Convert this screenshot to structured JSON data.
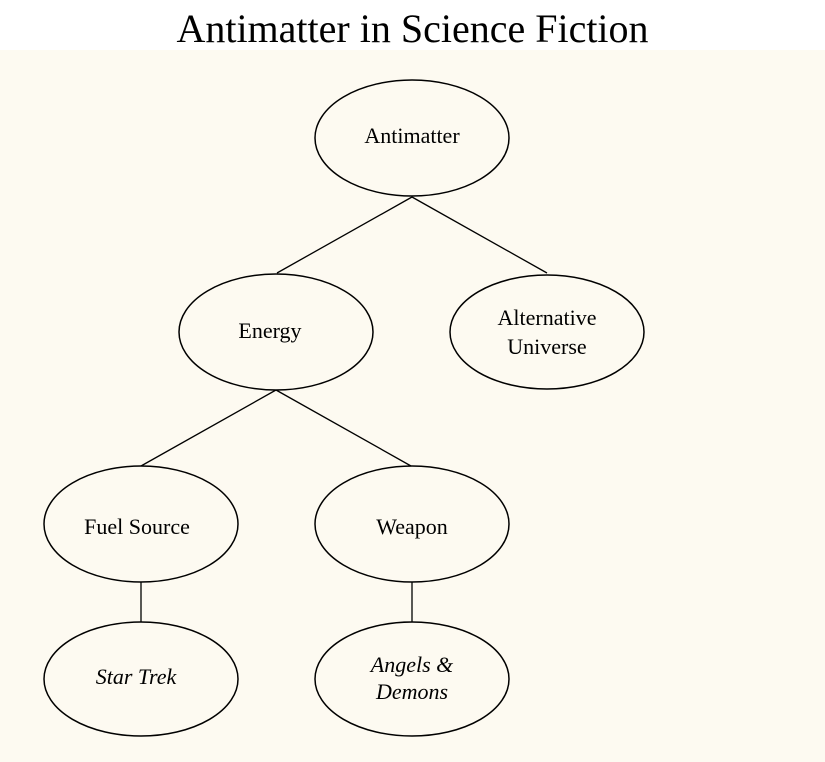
{
  "title": "Antimatter in Science Fiction",
  "colors": {
    "background": "#fdfaf1",
    "stroke": "#000000"
  },
  "nodes": {
    "antimatter": {
      "lines": [
        "Antimatter"
      ],
      "italic": false
    },
    "energy": {
      "lines": [
        "Energy"
      ],
      "italic": false
    },
    "alternative_universe": {
      "lines": [
        "Alternative",
        "Universe"
      ],
      "italic": false
    },
    "fuel_source": {
      "lines": [
        "Fuel Source"
      ],
      "italic": false
    },
    "weapon": {
      "lines": [
        "Weapon"
      ],
      "italic": false
    },
    "star_trek": {
      "lines": [
        "Star Trek"
      ],
      "italic": true
    },
    "angels_demons": {
      "lines": [
        "Angels &",
        "Demons"
      ],
      "italic": true
    }
  }
}
